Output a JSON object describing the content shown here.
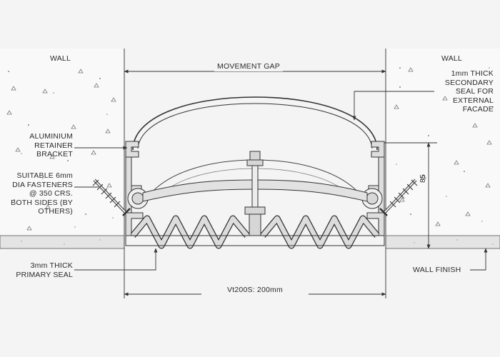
{
  "labels": {
    "wall_left": "WALL",
    "wall_right": "WALL",
    "movement_gap": "MOVEMENT GAP",
    "secondary_seal": "1mm THICK\nSECONDARY\nSEAL FOR\nEXTERNAL\nFACADE",
    "retainer_bracket": "ALUMINIUM\nRETAINER\nBRACKET",
    "fasteners": "SUITABLE 6mm\nDIA FASTENERS\n@ 350 CRS.\nBOTH SIDES (BY\nOTHERS)",
    "primary_seal": "3mm THICK\nPRIMARY SEAL",
    "wall_finish": "WALL FINISH",
    "width_dimension": "Vt200S: 200mm",
    "height_dimension": "85"
  },
  "colors": {
    "line": "#3a3a3a",
    "background": "#f4f4f4",
    "concrete": "#f7f7f7",
    "screed": "#e6e6e6",
    "seal": "#dcdcdc"
  }
}
